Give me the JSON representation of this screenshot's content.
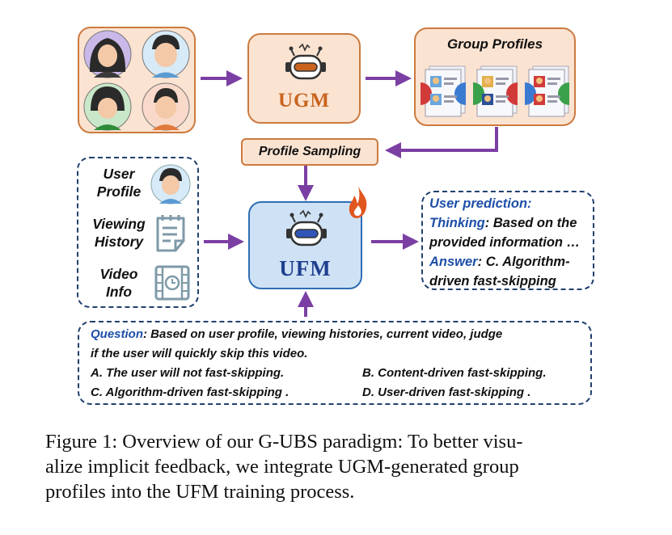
{
  "group_profiles": {
    "title": "Group Profiles"
  },
  "ugm": {
    "label": "UGM"
  },
  "ufm": {
    "label": "UFM"
  },
  "profile_sampling": {
    "label": "Profile Sampling"
  },
  "inputs": {
    "user_profile": [
      "User",
      "Profile"
    ],
    "viewing_history": [
      "Viewing",
      "History"
    ],
    "video_info": [
      "Video",
      "Info"
    ]
  },
  "prediction": {
    "heading": "User prediction:",
    "thinking_label": "Thinking",
    "thinking_text_1": ": Based on the",
    "thinking_text_2": "provided information …",
    "answer_label": "Answer",
    "answer_text_1": ":  C. Algorithm-",
    "answer_text_2": "driven fast-skipping"
  },
  "question": {
    "label": "Question",
    "text_1": ": Based on user profile, viewing histories, current video, judge",
    "text_2": "if the user will quickly skip this video.",
    "option_a": "A. The user will not fast-skipping.",
    "option_b": "B. Content-driven fast-skipping.",
    "option_c": "C. Algorithm-driven fast-skipping .",
    "option_d": "D. User-driven fast-skipping ."
  },
  "caption": {
    "line_1": "Figure 1: Overview of our G-UBS paradigm: To better visu-",
    "line_2": "alize implicit feedback, we integrate UGM-generated group",
    "line_3": "profiles into the UFM training process."
  },
  "colors": {
    "arrow": "#7b3fa3",
    "orange_fill": "#fbe3d1",
    "orange_border": "#cc7a3f",
    "blue_fill": "#cfe2f5",
    "blue_border": "#2f6db3",
    "dashed_border": "#21406e",
    "label_blue": "#1e4fa8"
  },
  "icons": [
    "female-avatar-icon",
    "male-avatar-icon",
    "robot-icon",
    "profile-card-icon",
    "viewing-history-icon",
    "video-info-icon",
    "fire-icon"
  ]
}
